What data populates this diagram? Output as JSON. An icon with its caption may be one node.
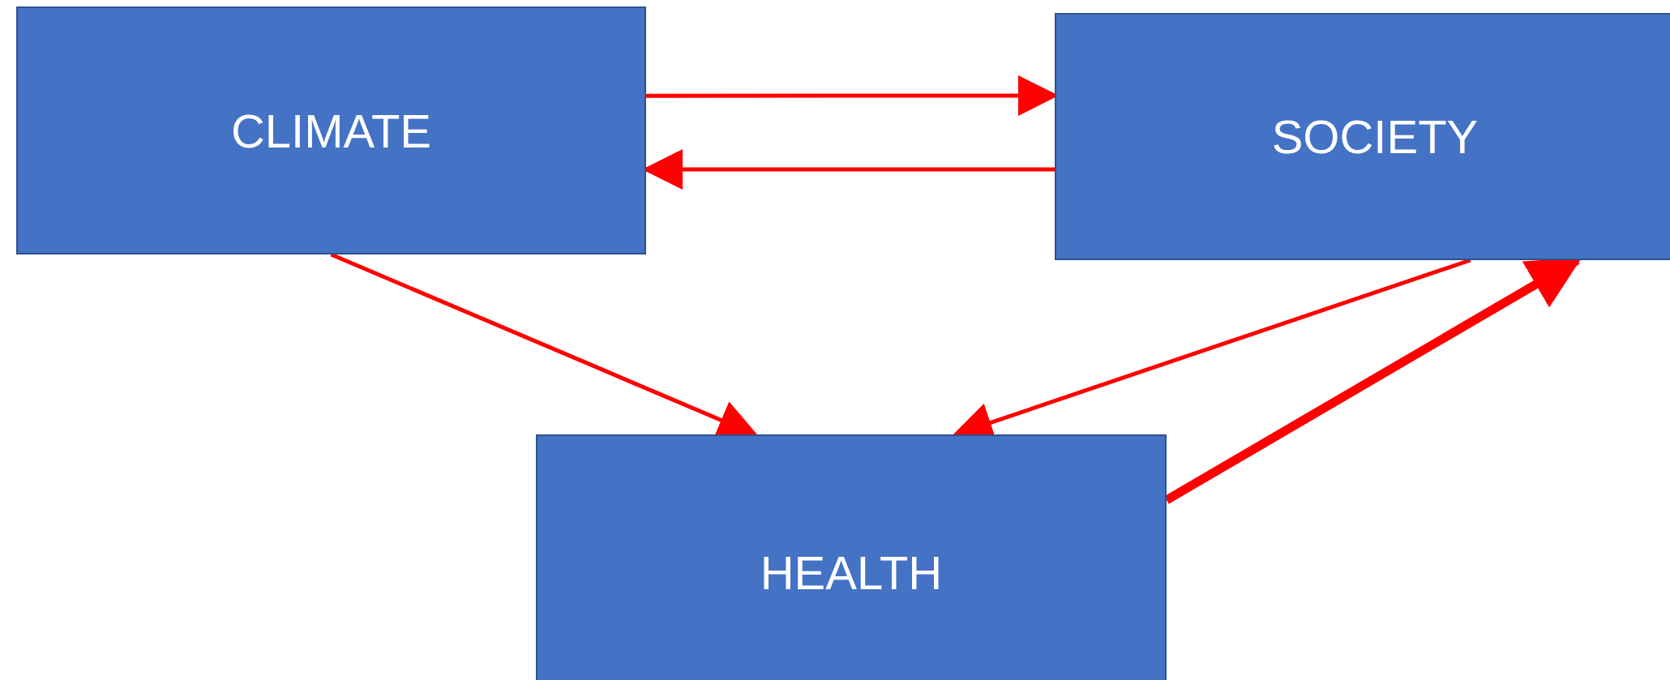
{
  "diagram": {
    "nodes": [
      {
        "text": [
          "CLIMATE"
        ]
      },
      {
        "text": [
          "SOCIETY"
        ]
      },
      {
        "text": [
          "HEALTH"
        ]
      }
    ],
    "edges": [
      {
        "from": 0,
        "to": 1,
        "arrow": "to"
      },
      {
        "from": 1,
        "to": 0,
        "arrow": "to"
      },
      {
        "from": 0,
        "to": 2,
        "arrow": "to"
      },
      {
        "from": 1,
        "to": 2,
        "arrow": "to"
      },
      {
        "from": 2,
        "to": 1,
        "arrow": "to",
        "style": "thick"
      }
    ]
  }
}
